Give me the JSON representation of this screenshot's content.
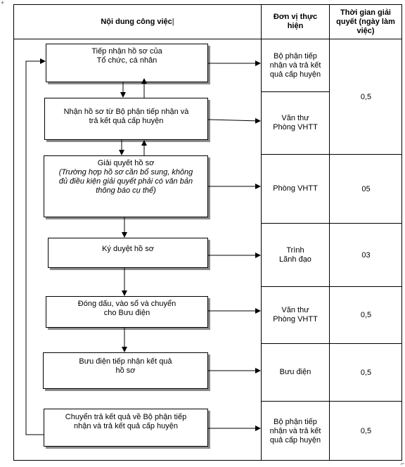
{
  "header": {
    "col1": "Nội dung công việc",
    "col2": "Đơn vị thực hiện",
    "col3": "Thời gian giải quyết (ngày làm việc)"
  },
  "steps": [
    {
      "lines": [
        "Tiếp nhận hồ sơ của",
        "Tổ chức, cá nhân"
      ]
    },
    {
      "lines": [
        "Nhận hồ sơ từ  Bộ phận tiếp nhận và",
        "trả kết quả cấp huyện"
      ]
    },
    {
      "lines": [
        "Giải quyết hồ sơ"
      ],
      "note": [
        "(Trường hợp hồ sơ cần bổ sung, không",
        "đủ điều kiện giải quyết phải có văn bản",
        "thông báo cụ thể)"
      ]
    },
    {
      "lines": [
        "Ký duyệt hồ sơ"
      ]
    },
    {
      "lines": [
        "Đóng dấu, vào sổ và chuyển",
        "cho Bưu điện"
      ]
    },
    {
      "lines": [
        "Bưu điện tiếp nhận kết quả",
        "hồ sơ"
      ]
    },
    {
      "lines": [
        "Chuyển trả kết quả về Bộ phận tiếp",
        "nhận và trả kết quả cấp huyện"
      ]
    }
  ],
  "units": [
    [
      "Bộ phận tiếp",
      "nhận và trả kết",
      "quả cấp huyện"
    ],
    [
      "Văn thư",
      "Phòng VHTT"
    ],
    [
      "Phòng VHTT"
    ],
    [
      "Trình",
      "Lãnh đạo"
    ],
    [
      "Văn thư",
      "Phòng VHTT"
    ],
    [
      "Bưu điện"
    ],
    [
      "Bộ phận tiếp",
      "nhận và trả kết",
      "quả cấp huyện"
    ]
  ],
  "times": [
    "0,5",
    "05",
    "03",
    "0,5",
    "0,5",
    "0,5"
  ],
  "corner_marks": [
    "+",
    "⌐",
    "⌐"
  ]
}
